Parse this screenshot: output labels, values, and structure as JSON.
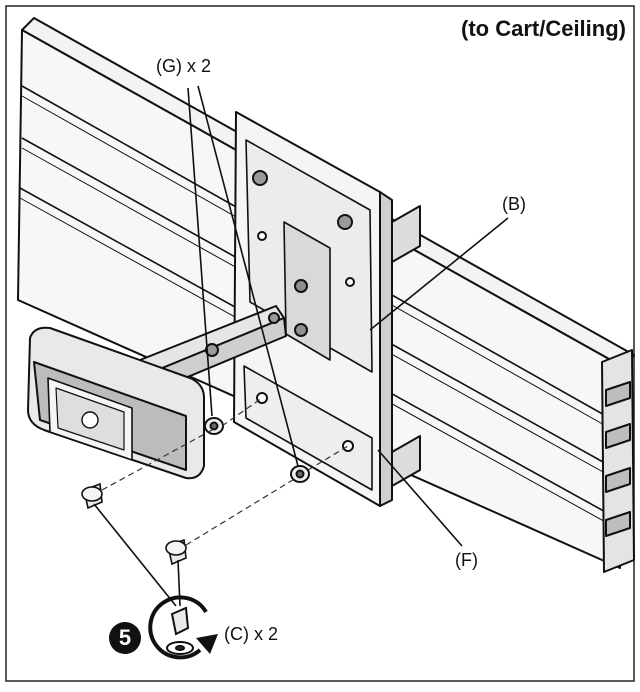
{
  "diagram": {
    "title": "(to Cart/Ceiling)",
    "callouts": {
      "G": "(G) x 2",
      "B": "(B)",
      "F": "(F)",
      "C": "(C) x 2"
    },
    "step_number": "5",
    "icons": [
      "rotate-clockwise-icon",
      "screw-head-icon"
    ],
    "colors": {
      "line": "#111111",
      "fill_light": "#f4f4f4",
      "fill_mid": "#d8d8d8",
      "fill_dark": "#9a9a9a"
    }
  }
}
